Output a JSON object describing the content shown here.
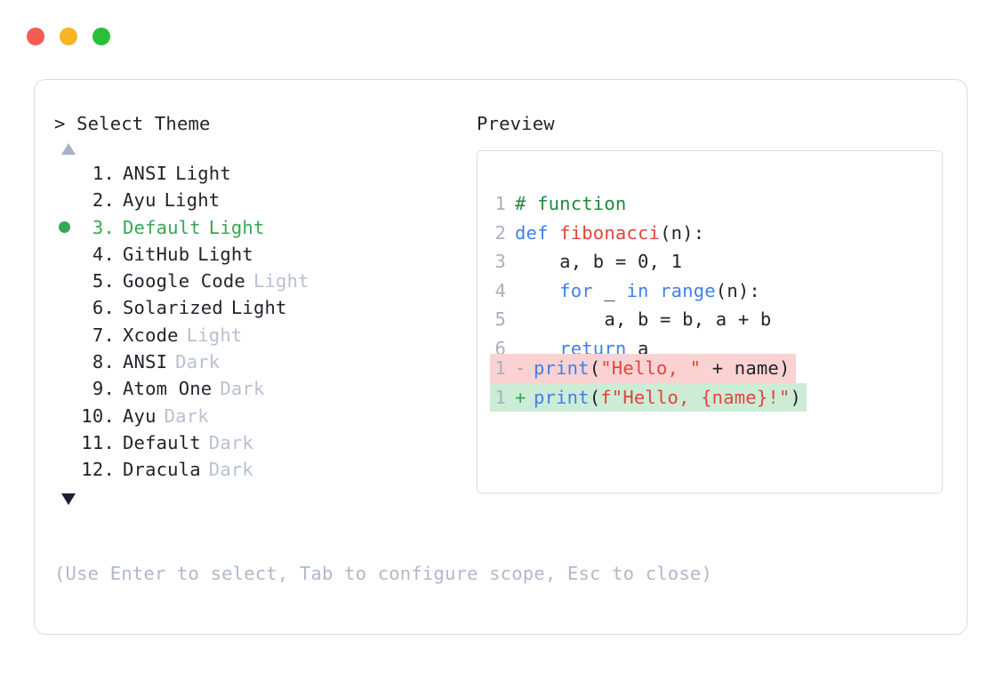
{
  "window": {
    "traffic_lights": [
      {
        "name": "close",
        "color": "#f45b52"
      },
      {
        "name": "minimize",
        "color": "#f5b525"
      },
      {
        "name": "maximize",
        "color": "#28c037"
      }
    ]
  },
  "left": {
    "prompt": "> Select Theme",
    "scroll_up_icon": "triangle-up",
    "scroll_down_icon": "triangle-down",
    "hint": "(Use Enter to select, Tab to configure scope, Esc to close)",
    "selected_index": 3,
    "themes": [
      {
        "index": "1.",
        "name": "ANSI",
        "variant": "Light",
        "variant_dim": false,
        "selected": false
      },
      {
        "index": "2.",
        "name": "Ayu",
        "variant": "Light",
        "variant_dim": false,
        "selected": false
      },
      {
        "index": "3.",
        "name": "Default",
        "variant": "Light",
        "variant_dim": false,
        "selected": true
      },
      {
        "index": "4.",
        "name": "GitHub",
        "variant": "Light",
        "variant_dim": false,
        "selected": false
      },
      {
        "index": "5.",
        "name": "Google Code",
        "variant": "Light",
        "variant_dim": true,
        "selected": false
      },
      {
        "index": "6.",
        "name": "Solarized",
        "variant": "Light",
        "variant_dim": false,
        "selected": false
      },
      {
        "index": "7.",
        "name": "Xcode",
        "variant": "Light",
        "variant_dim": true,
        "selected": false
      },
      {
        "index": "8.",
        "name": "ANSI",
        "variant": "Dark",
        "variant_dim": true,
        "selected": false
      },
      {
        "index": "9.",
        "name": "Atom One",
        "variant": "Dark",
        "variant_dim": true,
        "selected": false
      },
      {
        "index": "10.",
        "name": "Ayu",
        "variant": "Dark",
        "variant_dim": true,
        "selected": false
      },
      {
        "index": "11.",
        "name": "Default",
        "variant": "Dark",
        "variant_dim": true,
        "selected": false
      },
      {
        "index": "12.",
        "name": "Dracula",
        "variant": "Dark",
        "variant_dim": true,
        "selected": false
      }
    ]
  },
  "right": {
    "label": "Preview",
    "code_lines": [
      {
        "n": "1",
        "tokens": [
          {
            "t": "# function",
            "c": "comment"
          }
        ]
      },
      {
        "n": "2",
        "tokens": [
          {
            "t": "def ",
            "c": "kw"
          },
          {
            "t": "fibonacci",
            "c": "fn"
          },
          {
            "t": "(n):",
            "c": "plain"
          }
        ]
      },
      {
        "n": "3",
        "tokens": [
          {
            "t": "    a, b = 0, 1",
            "c": "plain"
          }
        ]
      },
      {
        "n": "4",
        "tokens": [
          {
            "t": "    ",
            "c": "plain"
          },
          {
            "t": "for",
            "c": "kw"
          },
          {
            "t": " _ ",
            "c": "plain"
          },
          {
            "t": "in range",
            "c": "kw"
          },
          {
            "t": "(n):",
            "c": "plain"
          }
        ]
      },
      {
        "n": "5",
        "tokens": [
          {
            "t": "        a, b = b, a + b",
            "c": "plain"
          }
        ]
      },
      {
        "n": "6",
        "tokens": [
          {
            "t": "    ",
            "c": "plain"
          },
          {
            "t": "return",
            "c": "kw"
          },
          {
            "t": " a",
            "c": "plain"
          }
        ]
      }
    ],
    "diff_lines": [
      {
        "n": "1",
        "marker": "-",
        "kind": "removed",
        "tokens": [
          {
            "t": "print",
            "c": "kw"
          },
          {
            "t": "(",
            "c": "plain"
          },
          {
            "t": "\"Hello, \"",
            "c": "str"
          },
          {
            "t": " + name)",
            "c": "plain"
          }
        ]
      },
      {
        "n": "1",
        "marker": "+",
        "kind": "added",
        "tokens": [
          {
            "t": "print",
            "c": "kw"
          },
          {
            "t": "(",
            "c": "plain"
          },
          {
            "t": "f\"Hello, {name}!\"",
            "c": "str"
          },
          {
            "t": ")",
            "c": "plain"
          }
        ]
      }
    ]
  },
  "colors": {
    "accent_green": "#35a853",
    "diff_removed_bg": "#fad2d2",
    "diff_added_bg": "#cdecd6",
    "border": "#d8dce6",
    "dim_text": "#b9c0cf"
  }
}
